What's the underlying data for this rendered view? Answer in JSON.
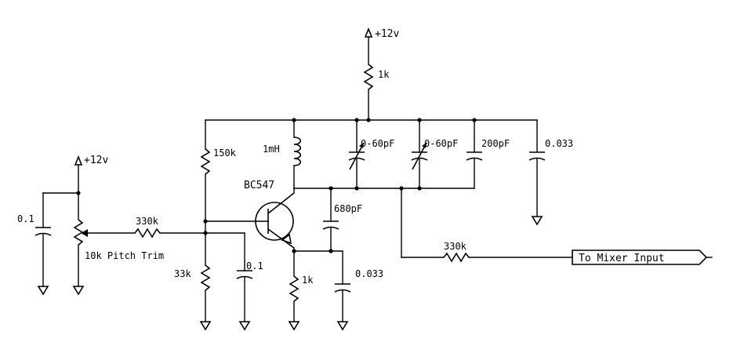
{
  "supply": {
    "top": "+12v",
    "left": "+12v"
  },
  "labels": {
    "r_1k_top": "1k",
    "r_150k": "150k",
    "inductor": "1mH",
    "transistor": "BC547",
    "c_var1": "0-60pF",
    "c_var2": "0-60pF",
    "c_200": "200pF",
    "c_0033_right": "0.033",
    "c_680": "680pF",
    "c_01_left": "0.1",
    "r_330k_left": "330k",
    "pot": "10k Pitch Trim",
    "r_33k": "33k",
    "c_01_mid": "0.1",
    "r_1k_emitter": "1k",
    "c_0033_emitter": "0.033",
    "r_330k_out": "330k",
    "output_port": "To Mixer Input"
  }
}
